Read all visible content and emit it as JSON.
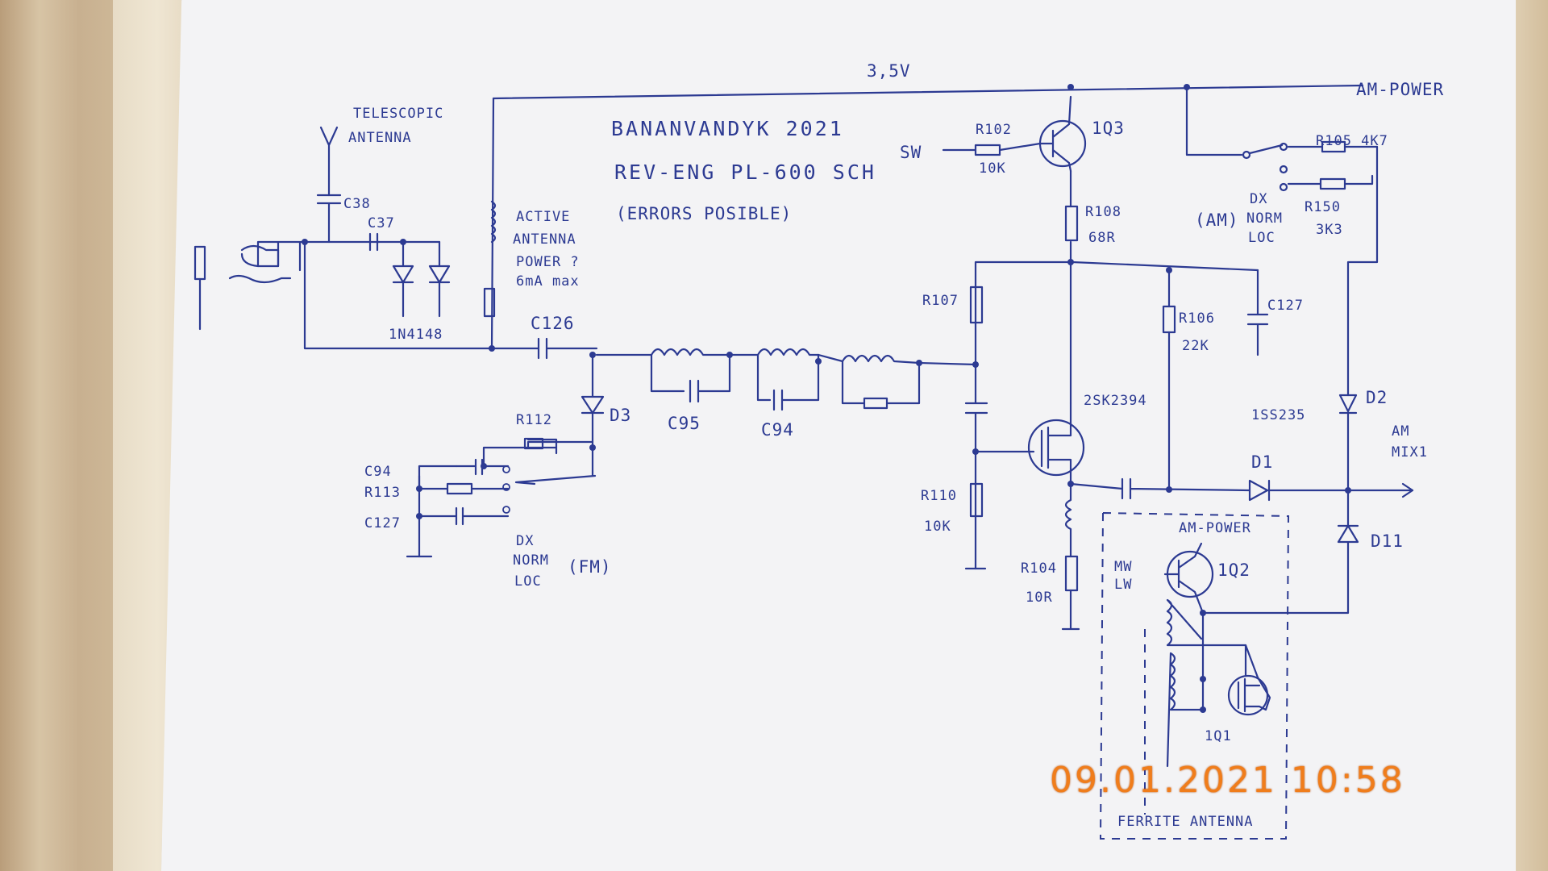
{
  "title": {
    "line1": "BANANVANDYK 2021",
    "line2": "REV-ENG PL-600 SCH",
    "line3": "(ERRORS POSIBLE)"
  },
  "supply": {
    "voltage": "3,5V",
    "am_power": "AM-POWER"
  },
  "antenna": {
    "label1": "TELESCOPIC",
    "label2": "ANTENNA"
  },
  "active_antenna": {
    "l1": "ACTIVE",
    "l2": "ANTENNA",
    "l3": "POWER ?",
    "l4": "6mA max"
  },
  "components": {
    "c38": "C38",
    "c37": "C37",
    "diodes": "1N4148",
    "c126": "C126",
    "c95": "C95",
    "c94": "C94",
    "r112": "R112",
    "d3": "D3",
    "sw_c94": "C94",
    "sw_r113": "R113",
    "sw_c127": "C127",
    "r107": "R107",
    "r110": "R110",
    "r110_val": "10K",
    "fet": "2SK2394",
    "r104": "R104",
    "r104_val": "10R",
    "r108": "R108",
    "r108_val": "68R",
    "r102": "R102",
    "r102_val": "10K",
    "q3": "1Q3",
    "sw": "SW",
    "r105": "R105 4K7",
    "r150": "R150",
    "r150_val": "3K3",
    "r106": "R106",
    "r106_val": "22K",
    "c127": "C127",
    "d2_part": "1SS235",
    "d2": "D2",
    "d1": "D1",
    "d11": "D11",
    "q2": "1Q2",
    "q1": "1Q1",
    "am_mix": "AM",
    "am_mix2": "MIX1",
    "mw": "MW",
    "lw": "LW",
    "am_power2": "AM-POWER",
    "ferrite": "FERRITE ANTENNA"
  },
  "fm_switch": {
    "dx": "DX",
    "norm": "NORM",
    "loc": "LOC",
    "mode": "(FM)"
  },
  "am_switch": {
    "dx": "DX",
    "norm": "NORM",
    "loc": "LOC",
    "mode": "(AM)"
  },
  "timestamp": "09.01.2021  10:58",
  "colors": {
    "ink": "#2c3a92",
    "paper": "#f3f3f5",
    "stamp": "#f07d1b"
  }
}
